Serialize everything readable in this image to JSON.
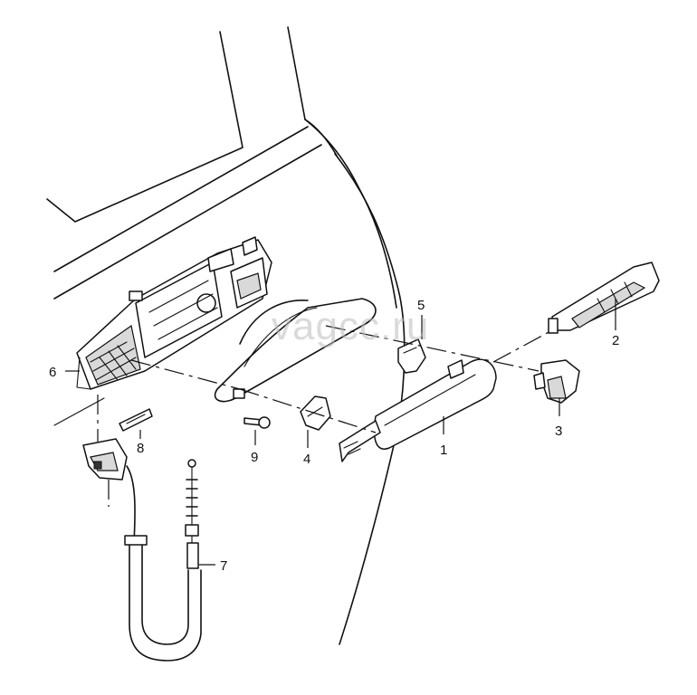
{
  "watermark": "vagcc.ru",
  "callouts": {
    "c1": "1",
    "c2": "2",
    "c3": "3",
    "c4": "4",
    "c5": "5",
    "c6": "6",
    "c7": "7",
    "c8": "8",
    "c9": "9"
  }
}
